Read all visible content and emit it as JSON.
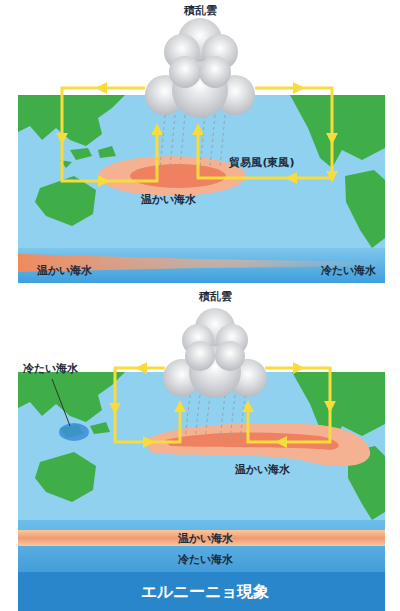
{
  "diagram": {
    "labels": [
      "積乱雲",
      "貿易風(東風)",
      "温かい海水",
      "温かい海水",
      "冷たい海水",
      "積乱雲",
      "冷たい海水",
      "温かい海水",
      "温かい海水",
      "冷たい海水",
      "エルニーニョ現象"
    ]
  }
}
